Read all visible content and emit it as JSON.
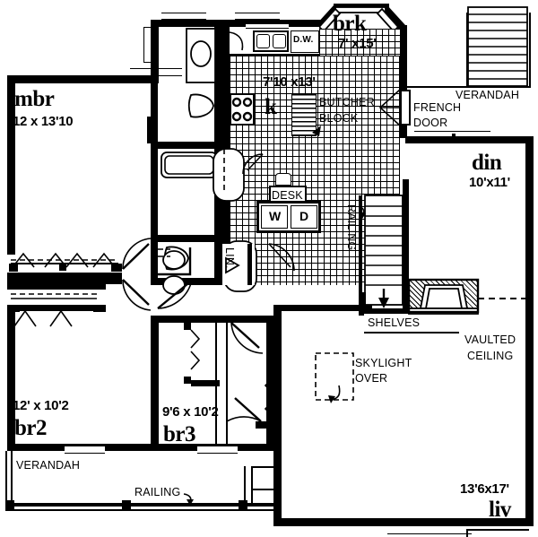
{
  "plan": {
    "type": "residential-floor-plan",
    "title": "",
    "rooms": [
      {
        "id": "mbr",
        "name": "mbr",
        "dims": "12 x 13'10"
      },
      {
        "id": "brk",
        "name": "brk",
        "dims": "7' x15'"
      },
      {
        "id": "k",
        "name": "k",
        "dims": "7'10 x13'"
      },
      {
        "id": "din",
        "name": "din",
        "dims": "10'x11'"
      },
      {
        "id": "br2",
        "name": "br2",
        "dims": "12' x 10'2"
      },
      {
        "id": "br3",
        "name": "br3",
        "dims": "9'6 x 10'2"
      },
      {
        "id": "liv",
        "name": "liv",
        "dims": "13'6x17'"
      }
    ],
    "annotations": [
      {
        "id": "dw",
        "text": "D.W."
      },
      {
        "id": "butcher-block",
        "text": "BUTCHER\nBLOCK"
      },
      {
        "id": "desk",
        "text": "DESK"
      },
      {
        "id": "washer",
        "text": "W"
      },
      {
        "id": "dryer",
        "text": "D"
      },
      {
        "id": "linen",
        "text": "LIN."
      },
      {
        "id": "railing-upper",
        "text": "RAILING"
      },
      {
        "id": "french-door",
        "text": "FRENCH\nDOOR"
      },
      {
        "id": "verandah-right",
        "text": "VERANDAH"
      },
      {
        "id": "shelves",
        "text": "SHELVES"
      },
      {
        "id": "vaulted-ceiling",
        "text": "VAULTED\nCEILING"
      },
      {
        "id": "skylight-over",
        "text": "SKYLIGHT\nOVER"
      },
      {
        "id": "verandah-front",
        "text": "VERANDAH"
      },
      {
        "id": "railing-front",
        "text": "RAILING"
      }
    ],
    "labels": {
      "mbr_name": "mbr",
      "mbr_dims": "12 x 13'10",
      "brk_name": "brk",
      "brk_dims": "7' x15'",
      "k_name": "k",
      "k_dims": "7'10 x13'",
      "din_name": "din",
      "din_dims": "10'x11'",
      "br2_name": "br2",
      "br2_dims": "12' x 10'2",
      "br3_name": "br3",
      "br3_dims": "9'6 x 10'2",
      "liv_name": "liv",
      "liv_dims": "13'6x17'",
      "dw": "D.W.",
      "butcher_1": "BUTCHER",
      "butcher_2": "BLOCK",
      "desk": "DESK",
      "washer": "W",
      "dryer": "D",
      "linen": "LIN.",
      "railing_upper": "RAILING",
      "french_1": "FRENCH",
      "french_2": "DOOR",
      "verandah_right": "VERANDAH",
      "shelves": "SHELVES",
      "vaulted_1": "VAULTED",
      "vaulted_2": "CEILING",
      "skylight_1": "SKYLIGHT",
      "skylight_2": "OVER",
      "verandah_front": "VERANDAH",
      "railing_front": "RAILING"
    },
    "colors": {
      "ink": "#000000",
      "paper": "#ffffff"
    },
    "fixtures": [
      {
        "id": "toilet-mbath",
        "type": "toilet"
      },
      {
        "id": "sink-mbath",
        "type": "oval-sink"
      },
      {
        "id": "tub",
        "type": "bathtub"
      },
      {
        "id": "toilet-bath2",
        "type": "toilet"
      },
      {
        "id": "sink-bath2-a",
        "type": "oval-sink"
      },
      {
        "id": "sink-bath2-b",
        "type": "oval-sink"
      },
      {
        "id": "shower",
        "type": "shower-stall"
      },
      {
        "id": "range",
        "type": "cooktop-4-burner"
      },
      {
        "id": "kitchen-sink",
        "type": "double-basin-sink"
      },
      {
        "id": "dishwasher",
        "type": "dishwasher"
      },
      {
        "id": "fireplace",
        "type": "masonry-fireplace"
      },
      {
        "id": "stairs",
        "type": "straight-run-stairs"
      }
    ]
  }
}
